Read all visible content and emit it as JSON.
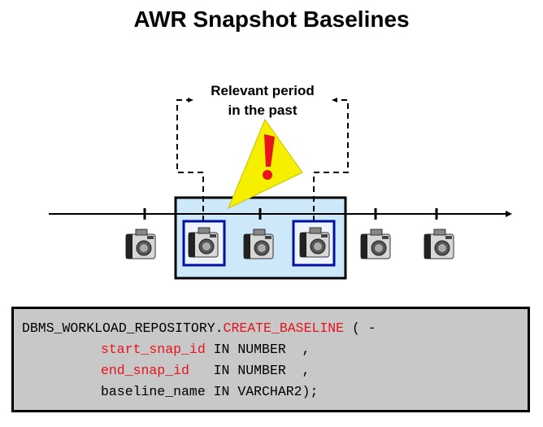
{
  "title": "AWR Snapshot Baselines",
  "diagram": {
    "label_line1": "Relevant period",
    "label_line2": "in the past",
    "icons": [
      "camera-icon",
      "camera-icon",
      "camera-icon",
      "camera-icon",
      "camera-icon",
      "camera-icon",
      "warning-icon"
    ],
    "colors": {
      "baseline_fill": "#cde8f8",
      "frame": "#0010a0",
      "warning": "#f6f000",
      "exclamation": "#e8141c"
    }
  },
  "code": {
    "line1_a": "DBMS_WORKLOAD_REPOSITORY.",
    "line1_b": "CREATE_BASELINE",
    "line1_c": " ( -",
    "line2_a": "start_snap_id",
    "line2_b": " IN NUMBER  ,",
    "line3_a": "end_snap_id",
    "line3_b": "   IN NUMBER  ,",
    "line4": "baseline_name IN VARCHAR2);"
  }
}
